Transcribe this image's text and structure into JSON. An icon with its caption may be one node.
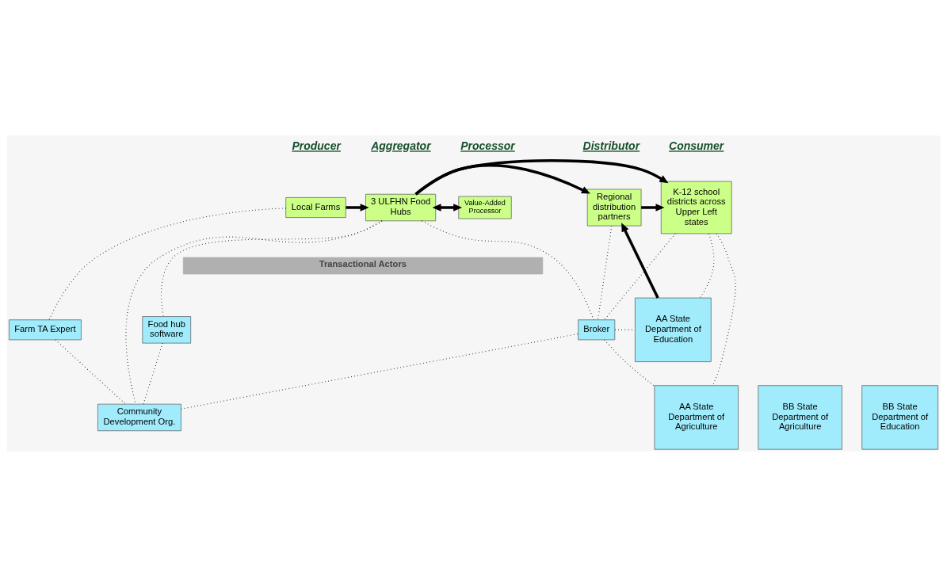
{
  "diagram": {
    "nodes": [
      {
        "text": [
          "Local Farms"
        ]
      },
      {
        "text": [
          "3 ULFHN Food Hubs"
        ]
      },
      {
        "text": [
          "Value-Added Processor"
        ]
      },
      {
        "text": [
          "Regional distribution partners"
        ]
      },
      {
        "text": [
          "K-12 school districts across Upper Left states"
        ]
      },
      {
        "text": [
          "Farm TA Expert"
        ]
      },
      {
        "text": [
          "Food hub software"
        ]
      },
      {
        "text": [
          "Broker"
        ]
      },
      {
        "text": [
          "AA State Department of Education"
        ]
      },
      {
        "text": [
          "Community Development Org."
        ]
      },
      {
        "text": [
          "AA State Department of Agriculture"
        ]
      },
      {
        "text": [
          "BB State Department of Agriculture"
        ]
      },
      {
        "text": [
          "BB State Department of Education"
        ]
      }
    ],
    "edges": [
      {
        "from": 0,
        "to": 1,
        "arrow": "to",
        "style": "thick"
      },
      {
        "from": 1,
        "to": 2,
        "arrow": "both",
        "style": "thick"
      },
      {
        "from": 1,
        "to": 4,
        "arrow": "to",
        "style": "thick"
      },
      {
        "from": 1,
        "to": 3,
        "arrow": "to",
        "style": "thick"
      },
      {
        "from": 3,
        "to": 4,
        "arrow": "to",
        "style": "thick"
      },
      {
        "from": 8,
        "to": 3,
        "arrow": "to",
        "style": "thick"
      },
      {
        "from": 0,
        "to": 5,
        "arrow": "none",
        "style": "dashed"
      },
      {
        "from": 1,
        "to": 9,
        "arrow": "none",
        "style": "dashed"
      },
      {
        "from": 1,
        "to": 6,
        "arrow": "none",
        "style": "dashed"
      },
      {
        "from": 1,
        "to": 7,
        "arrow": "none",
        "style": "dashed"
      },
      {
        "from": 3,
        "to": 7,
        "arrow": "none",
        "style": "dashed"
      },
      {
        "from": 7,
        "to": 10,
        "arrow": "none",
        "style": "dashed"
      },
      {
        "from": 4,
        "to": 7,
        "arrow": "none",
        "style": "dashed"
      },
      {
        "from": 4,
        "to": 10,
        "arrow": "none",
        "style": "dashed"
      },
      {
        "from": 4,
        "to": 8,
        "arrow": "none",
        "style": "dashed"
      },
      {
        "from": 5,
        "to": 9,
        "arrow": "none",
        "style": "dashed"
      },
      {
        "from": 6,
        "to": 9,
        "arrow": "none",
        "style": "dashed"
      },
      {
        "from": 9,
        "to": 7,
        "arrow": "none",
        "style": "dashed"
      },
      {
        "from": 7,
        "to": 8,
        "arrow": "none",
        "style": "dashed"
      }
    ],
    "labels": [
      "Producer",
      "Aggregator",
      "Processor",
      "Distributor",
      "Consumer",
      "Transactional Actors"
    ]
  }
}
